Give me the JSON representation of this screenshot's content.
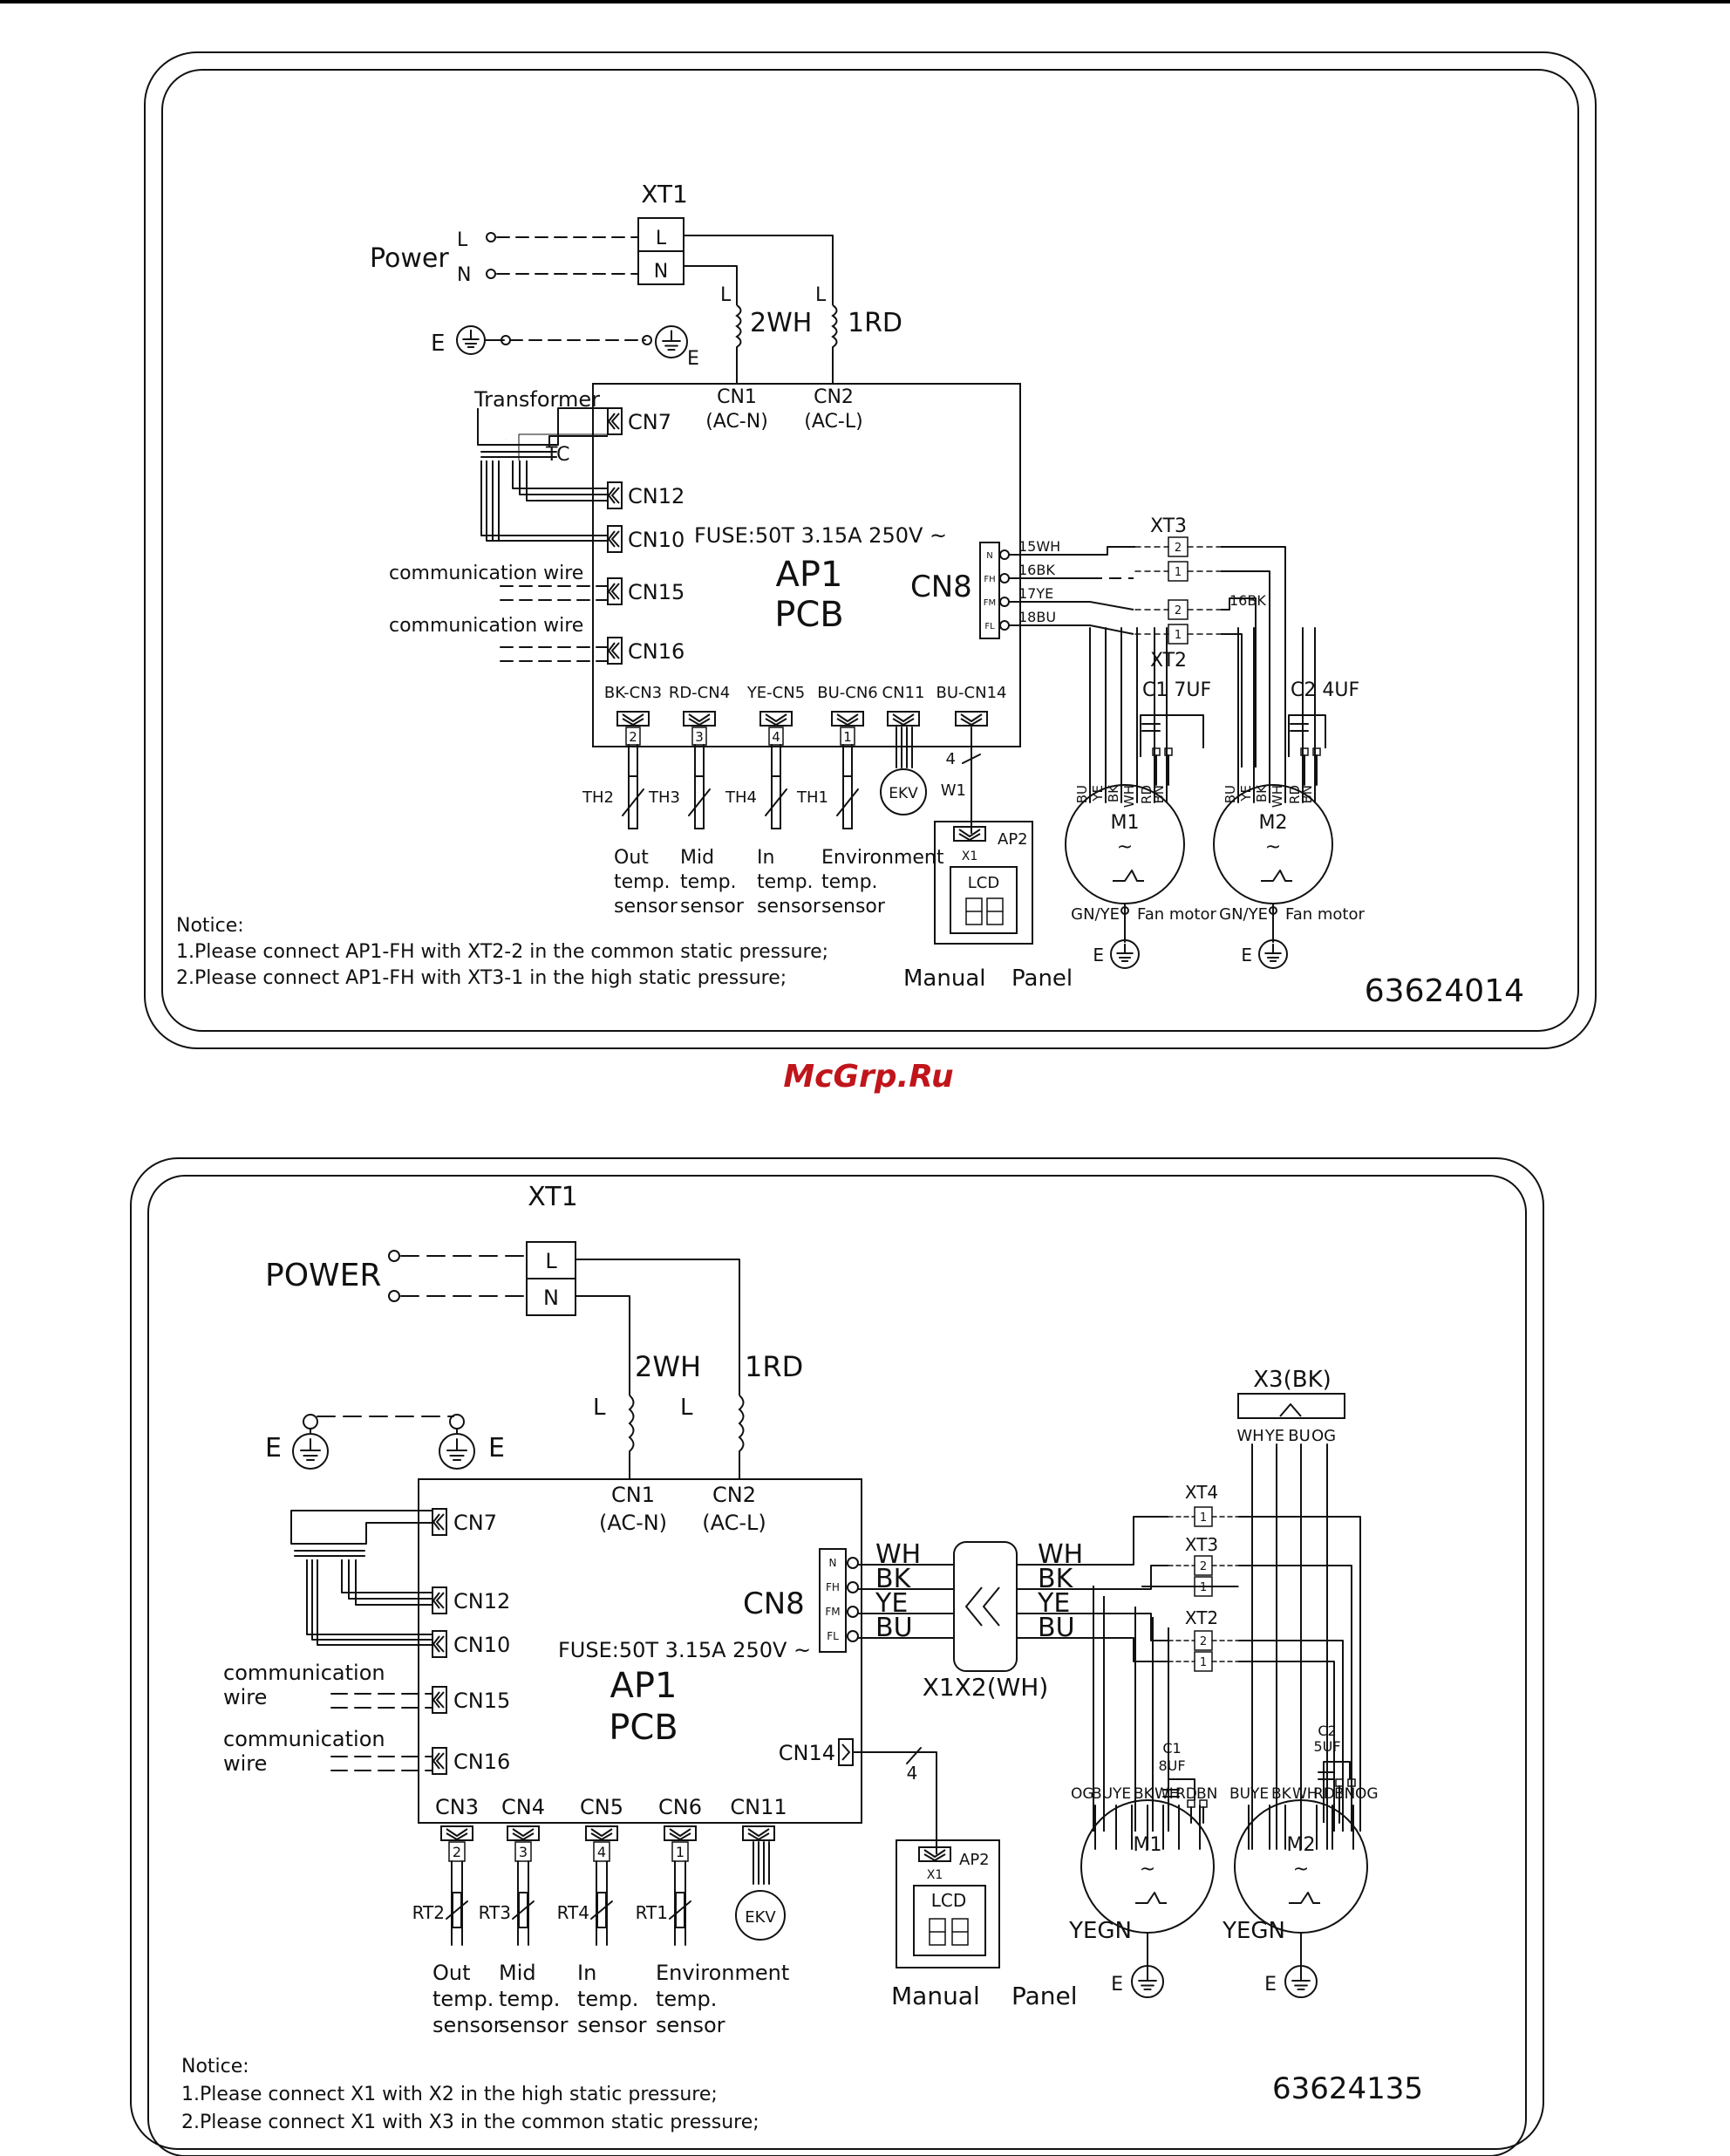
{
  "watermark": "McGrp.Ru",
  "colors": {
    "line": "#111111",
    "watermark": "#c0151b"
  },
  "diagram1": {
    "xt1": "XT1",
    "power": "Power",
    "L": "L",
    "N": "N",
    "E": "E",
    "wire_2wh": "2WH",
    "wire_1rd": "1RD",
    "cn1": "CN1",
    "cn1_sub": "(AC-N)",
    "cn2": "CN2",
    "cn2_sub": "(AC-L)",
    "transformer": "Transformer",
    "tc": "TC",
    "cn7": "CN7",
    "cn12": "CN12",
    "cn10": "CN10",
    "cn15": "CN15",
    "cn16": "CN16",
    "comm_wire": "communication wire",
    "fuse": "FUSE:50T  3.15A  250V  ~",
    "ap1": "AP1",
    "pcb": "PCB",
    "cn8": "CN8",
    "cn8_pins": [
      "N",
      "FH",
      "FM",
      "FL"
    ],
    "cn8_wires": [
      "15WH",
      "16BK",
      "17YE",
      "18BU"
    ],
    "xt3": "XT3",
    "xt2": "XT2",
    "xt_pin2": "2",
    "xt_pin1": "1",
    "bk16": "16BK",
    "c1": "C1  7UF",
    "c2": "C2  4UF",
    "motor_wires": [
      "BU",
      "YE",
      "BK",
      "WH",
      "RD",
      "BN"
    ],
    "m1": "M1",
    "m2": "M2",
    "tilde": "~",
    "gnye": "GN/YE",
    "fan_motor": "Fan  motor",
    "connectors": [
      "BK-CN3",
      "RD-CN4",
      "YE-CN5",
      "BU-CN6",
      "CN11",
      "BU-CN14"
    ],
    "pins": [
      "2",
      "3",
      "4",
      "1"
    ],
    "sensors": [
      "TH2",
      "TH3",
      "TH4",
      "TH1"
    ],
    "ekv": "EKV",
    "four": "4",
    "w1": "W1",
    "ap2": "AP2",
    "x1": "X1",
    "lcd": "LCD",
    "manual": "Manual",
    "panel": "Panel",
    "sensor_labels": [
      [
        "Out",
        "temp.",
        "sensor"
      ],
      [
        "Mid",
        "temp.",
        "sensor"
      ],
      [
        "In",
        "temp.",
        "sensor"
      ],
      [
        "Environment",
        "temp.",
        "sensor"
      ]
    ],
    "notice": "Notice:",
    "note1": "1.Please connect AP1-FH with XT2-2 in the common static pressure;",
    "note2": "2.Please connect AP1-FH with XT3-1 in the high static pressure;",
    "code": "63624014"
  },
  "diagram2": {
    "xt1": "XT1",
    "power": "POWER",
    "L": "L",
    "N": "N",
    "E": "E",
    "wire_2wh": "2WH",
    "wire_1rd": "1RD",
    "cn1": "CN1",
    "cn1_sub": "(AC-N)",
    "cn2": "CN2",
    "cn2_sub": "(AC-L)",
    "cn7": "CN7",
    "cn12": "CN12",
    "cn10": "CN10",
    "cn15": "CN15",
    "cn16": "CN16",
    "comm": "communication",
    "wire": "wire",
    "fuse": "FUSE:50T  3.15A  250V  ~",
    "ap1": "AP1",
    "pcb": "PCB",
    "cn8": "CN8",
    "cn14": "CN14",
    "cn8_pins": [
      "N",
      "FH",
      "FM",
      "FL"
    ],
    "cn8_wires": [
      "WH",
      "BK",
      "YE",
      "BU"
    ],
    "x1x2": "X1X2(WH)",
    "x3": "X3(BK)",
    "x3_wires": [
      "WH",
      "YE",
      "BU",
      "OG"
    ],
    "xt4": "XT4",
    "xt3": "XT3",
    "xt2": "XT2",
    "xt_pin2": "2",
    "xt_pin1": "1",
    "c1": "C1",
    "c1v": "8UF",
    "c2": "C2",
    "c2v": "5UF",
    "m1_wires": [
      "OG",
      "BU",
      "YE",
      "BK",
      "WH",
      "RD",
      "BN"
    ],
    "m2_wires": [
      "BU",
      "YE",
      "BK",
      "WH",
      "RD",
      "BN",
      "OG"
    ],
    "m1": "M1",
    "m2": "M2",
    "tilde": "~",
    "yegn": "YEGN",
    "connectors": [
      "CN3",
      "CN4",
      "CN5",
      "CN6",
      "CN11"
    ],
    "pins": [
      "2",
      "3",
      "4",
      "1"
    ],
    "sensors": [
      "RT2",
      "RT3",
      "RT4",
      "RT1"
    ],
    "ekv": "EKV",
    "four": "4",
    "ap2": "AP2",
    "x1": "X1",
    "lcd": "LCD",
    "manual": "Manual",
    "panel": "Panel",
    "sensor_labels": [
      [
        "Out",
        "temp.",
        "sensor"
      ],
      [
        "Mid",
        "temp.",
        "sensor"
      ],
      [
        "In",
        "temp.",
        "sensor"
      ],
      [
        "Environment",
        "temp.",
        "sensor"
      ]
    ],
    "notice": "Notice:",
    "note1": "1.Please connect X1 with X2 in the high static pressure;",
    "note2": "2.Please connect X1 with X3 in the common static pressure;",
    "code": "63624135"
  }
}
